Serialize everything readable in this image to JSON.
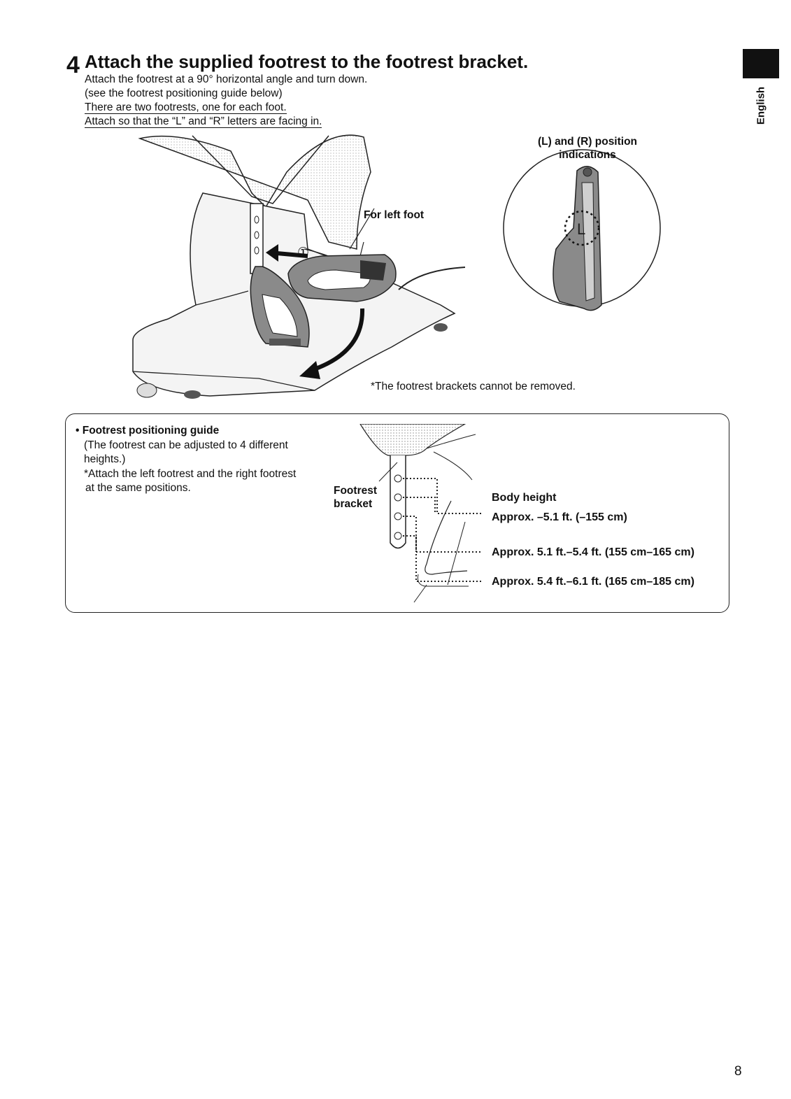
{
  "header": {
    "step_number": "4",
    "title": "Attach the supplied footrest to the footrest bracket."
  },
  "language_tab": {
    "label": "English"
  },
  "instructions": {
    "line1": "Attach the footrest at a 90° horizontal angle and turn down.",
    "line2": "(see the footrest positioning guide below)",
    "line3": "There are two footrests, one for each foot.",
    "line4": "Attach so that the “L” and “R” letters are facing in."
  },
  "figure": {
    "for_left_foot": "For left foot",
    "callout": "①",
    "lr_caption_line1": "(L) and (R) position",
    "lr_caption_line2": "indications",
    "inset_letter": "L",
    "note": "*The footrest brackets cannot be removed."
  },
  "guide": {
    "title": "• Footrest positioning guide",
    "line1": "(The footrest can be adjusted to 4 different",
    "line2": "heights.)",
    "line3": "*Attach the left footrest and the right footrest",
    "line4": "at the same positions.",
    "bracket_label_line1": "Footrest",
    "bracket_label_line2": "bracket",
    "body_height_label": "Body height",
    "heights": [
      "Approx. –5.1 ft. (–155 cm)",
      "Approx. 5.1 ft.–5.4 ft. (155 cm–165 cm)",
      "Approx. 5.4 ft.–6.1 ft. (165 cm–185 cm)"
    ]
  },
  "page_number": "8"
}
